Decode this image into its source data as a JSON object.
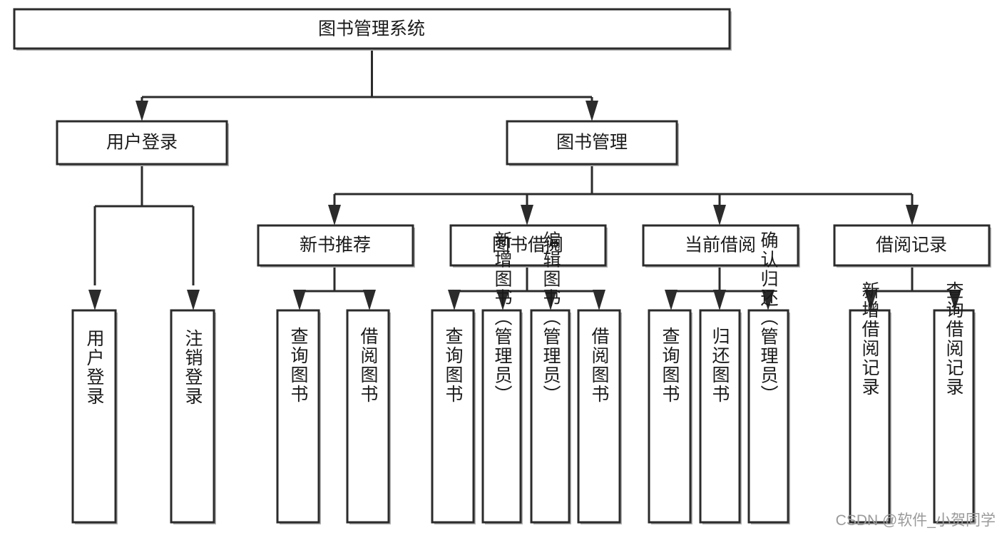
{
  "diagram": {
    "type": "hierarchy-tree",
    "title": "图书管理系统",
    "orientation": "top-down",
    "levels": 4,
    "root": {
      "label": "图书管理系统",
      "orientation": "horizontal"
    },
    "level2": [
      {
        "label": "用户登录",
        "orientation": "horizontal"
      },
      {
        "label": "图书管理",
        "orientation": "horizontal"
      }
    ],
    "level3": [
      {
        "label": "新书推荐",
        "orientation": "horizontal",
        "parent": "图书管理"
      },
      {
        "label": "图书借阅",
        "orientation": "horizontal",
        "parent": "图书管理"
      },
      {
        "label": "当前借阅",
        "orientation": "horizontal",
        "parent": "图书管理"
      },
      {
        "label": "借阅记录",
        "orientation": "horizontal",
        "parent": "图书管理"
      }
    ],
    "leaves": {
      "user_login": [
        {
          "label": "用户登录",
          "orientation": "vertical"
        },
        {
          "label": "注销登录",
          "orientation": "vertical"
        }
      ],
      "new_book_recommend": [
        {
          "label": "查询图书",
          "orientation": "vertical"
        },
        {
          "label": "借阅图书",
          "orientation": "vertical"
        }
      ],
      "book_borrow": [
        {
          "label": "查询图书",
          "orientation": "vertical"
        },
        {
          "label": "新增图书（管理员）",
          "orientation": "vertical"
        },
        {
          "label": "编辑图书（管理员）",
          "orientation": "vertical"
        },
        {
          "label": "借阅图书",
          "orientation": "vertical"
        }
      ],
      "current_borrow": [
        {
          "label": "查询图书",
          "orientation": "vertical"
        },
        {
          "label": "归还图书",
          "orientation": "vertical"
        },
        {
          "label": "确认归还（管理员）",
          "orientation": "vertical"
        }
      ],
      "borrow_record": [
        {
          "label": "新增借阅记录",
          "orientation": "vertical"
        },
        {
          "label": "查询借阅记录",
          "orientation": "vertical"
        }
      ]
    },
    "colors": {
      "background": "#ffffff",
      "box_fill": "#ffffff",
      "box_stroke": "#2b2b2b",
      "connector": "#2b2b2b",
      "text": "#1a1a1a",
      "watermark": "#9a9a9a"
    }
  },
  "watermark": {
    "text": "CSDN @软件_小贺同学"
  }
}
